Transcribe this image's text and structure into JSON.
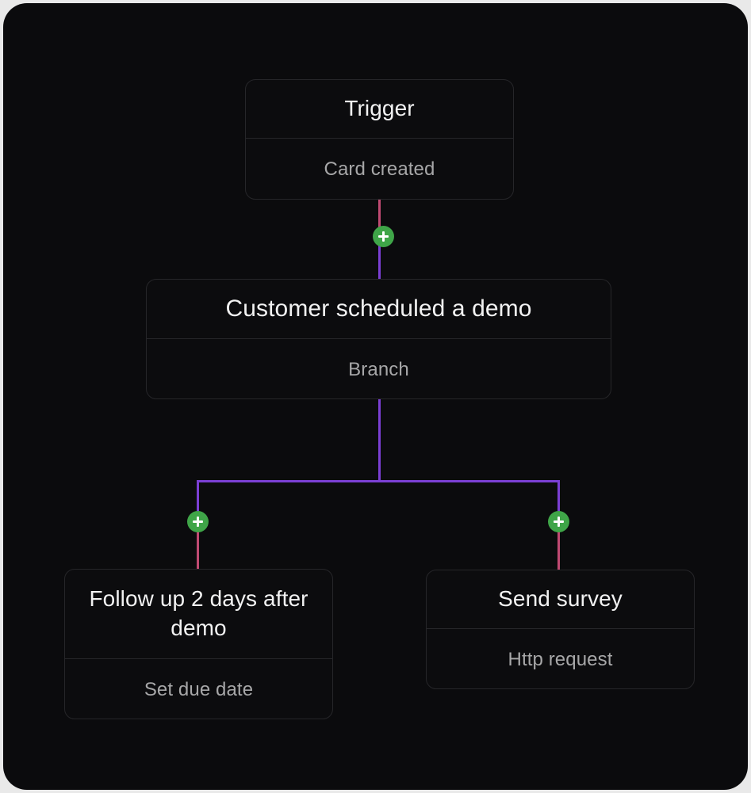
{
  "board": {
    "background_color": "#0b0b0d",
    "page_background_color": "#e9e9e9"
  },
  "colors": {
    "edge_pink": "#c04a72",
    "edge_purple": "#7b3fd4",
    "add_button_green": "#3fa548",
    "card_background": "#0c0c0e",
    "card_border": "#262629",
    "title_text": "#f2f2f2",
    "subtitle_text": "#a7a7a8"
  },
  "flow": {
    "nodes": [
      {
        "id": "trigger",
        "title": "Trigger",
        "subtitle": "Card created"
      },
      {
        "id": "branch",
        "title": "Customer scheduled a demo",
        "subtitle": "Branch"
      },
      {
        "id": "followup",
        "title": "Follow up 2 days after demo",
        "subtitle": "Set due date"
      },
      {
        "id": "survey",
        "title": "Send survey",
        "subtitle": "Http request"
      }
    ],
    "add_buttons": [
      {
        "id": "add-after-trigger",
        "label": "+"
      },
      {
        "id": "add-branch-left",
        "label": "+"
      },
      {
        "id": "add-branch-right",
        "label": "+"
      }
    ]
  }
}
